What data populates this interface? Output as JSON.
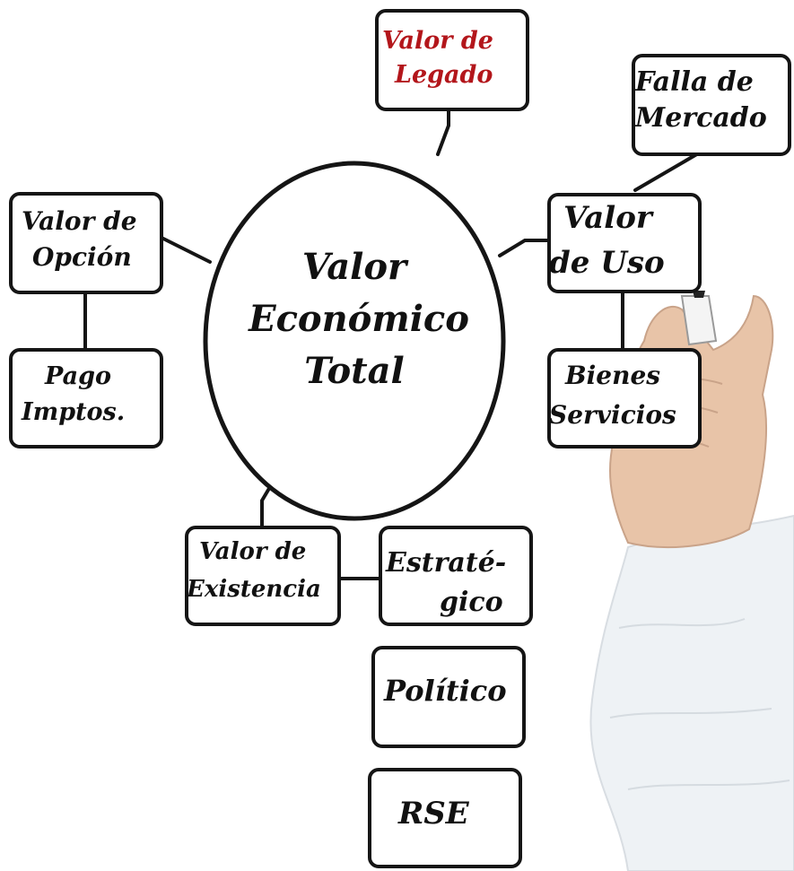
{
  "center": {
    "line1": "Valor",
    "line2": "Económico",
    "line3": "Total"
  },
  "nodes": {
    "legado": {
      "line1": "Valor de",
      "line2": "Legado"
    },
    "falla": {
      "line1": "Falla de",
      "line2": "Mercado"
    },
    "uso": {
      "line1": "Valor",
      "line2": "de Uso"
    },
    "bienes": {
      "line1": "Bienes",
      "line2": "Servicios"
    },
    "opcion": {
      "line1": "Valor de",
      "line2": "Opción"
    },
    "pago": {
      "line1": "Pago",
      "line2": "Imptos."
    },
    "existencia": {
      "line1": "Valor de",
      "line2": "Existencia"
    },
    "estrategico": {
      "line1": "Estraté-",
      "line2": "gico"
    },
    "politico": {
      "line1": "Político"
    },
    "rse": {
      "line1": "RSE"
    }
  },
  "colors": {
    "line": "#151515",
    "highlight_text": "#b3161b",
    "skin": "#e8c4a8",
    "sleeve": "#eef2f5"
  }
}
